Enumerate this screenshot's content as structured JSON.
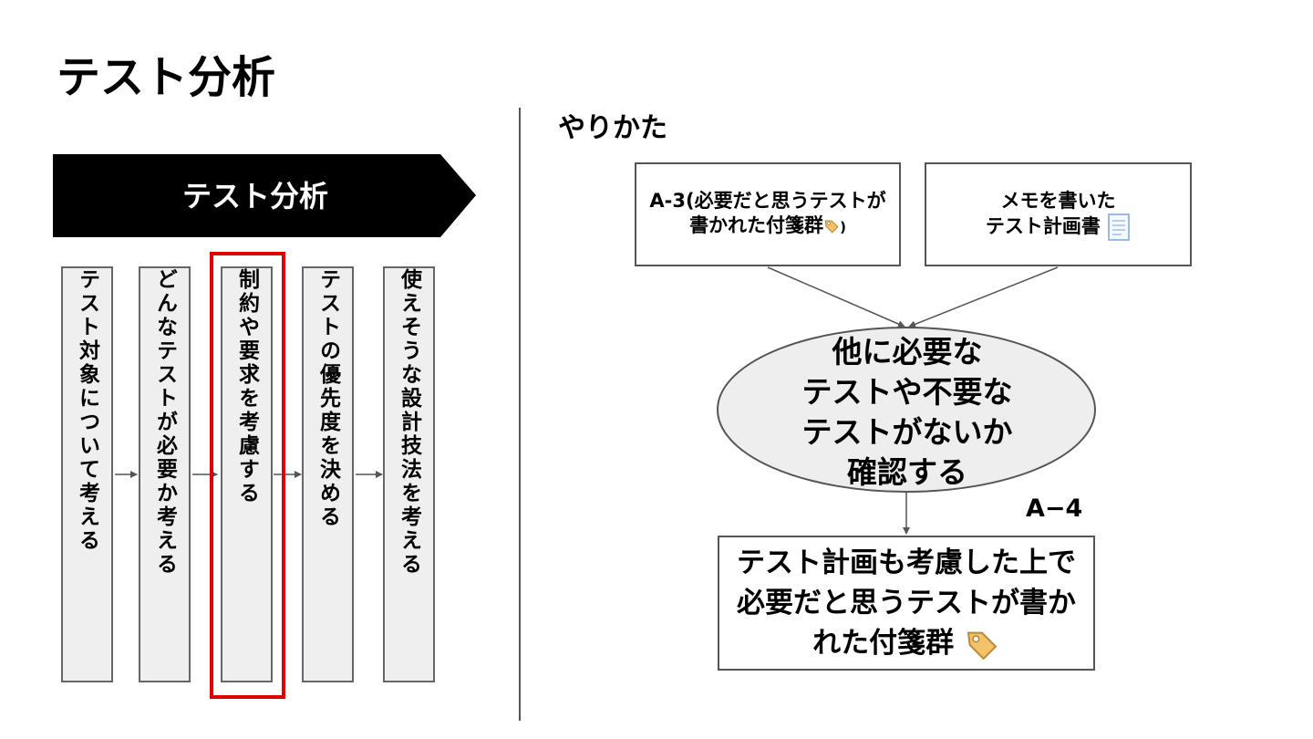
{
  "title": "テスト分析",
  "process": {
    "banner_label": "テスト分析",
    "steps": [
      {
        "label": "テスト対象について考える"
      },
      {
        "label": "どんなテストが必要か考える"
      },
      {
        "label": "制約や要求を考慮する",
        "highlighted": true
      },
      {
        "label": "テストの優先度を決める"
      },
      {
        "label": "使えそうな設計技法を考える"
      }
    ]
  },
  "howto": {
    "heading": "やりかた",
    "input_a3": {
      "text": "A-3(必要だと思うテストが書かれた付箋群",
      "icon": "label-tag-icon",
      "closing": ")"
    },
    "input_memo": {
      "line1": "メモを書いた",
      "line2": "テスト計画書",
      "icon": "page-icon"
    },
    "check_ellipse": {
      "line1": "他に必要な",
      "line2": "テストや不要な",
      "line3": "テストがないか",
      "line4": "確認する"
    },
    "step_label": "A−4",
    "output_box": {
      "text": "テスト計画も考慮した上で必要だと思うテストが書かれた付箋群",
      "icon": "label-tag-icon"
    }
  },
  "colors": {
    "banner": "#000000",
    "step_fill": "#efefef",
    "highlight": "#e00000",
    "ellipse_fill": "#eeeeee",
    "tag": "#f4c26b"
  }
}
